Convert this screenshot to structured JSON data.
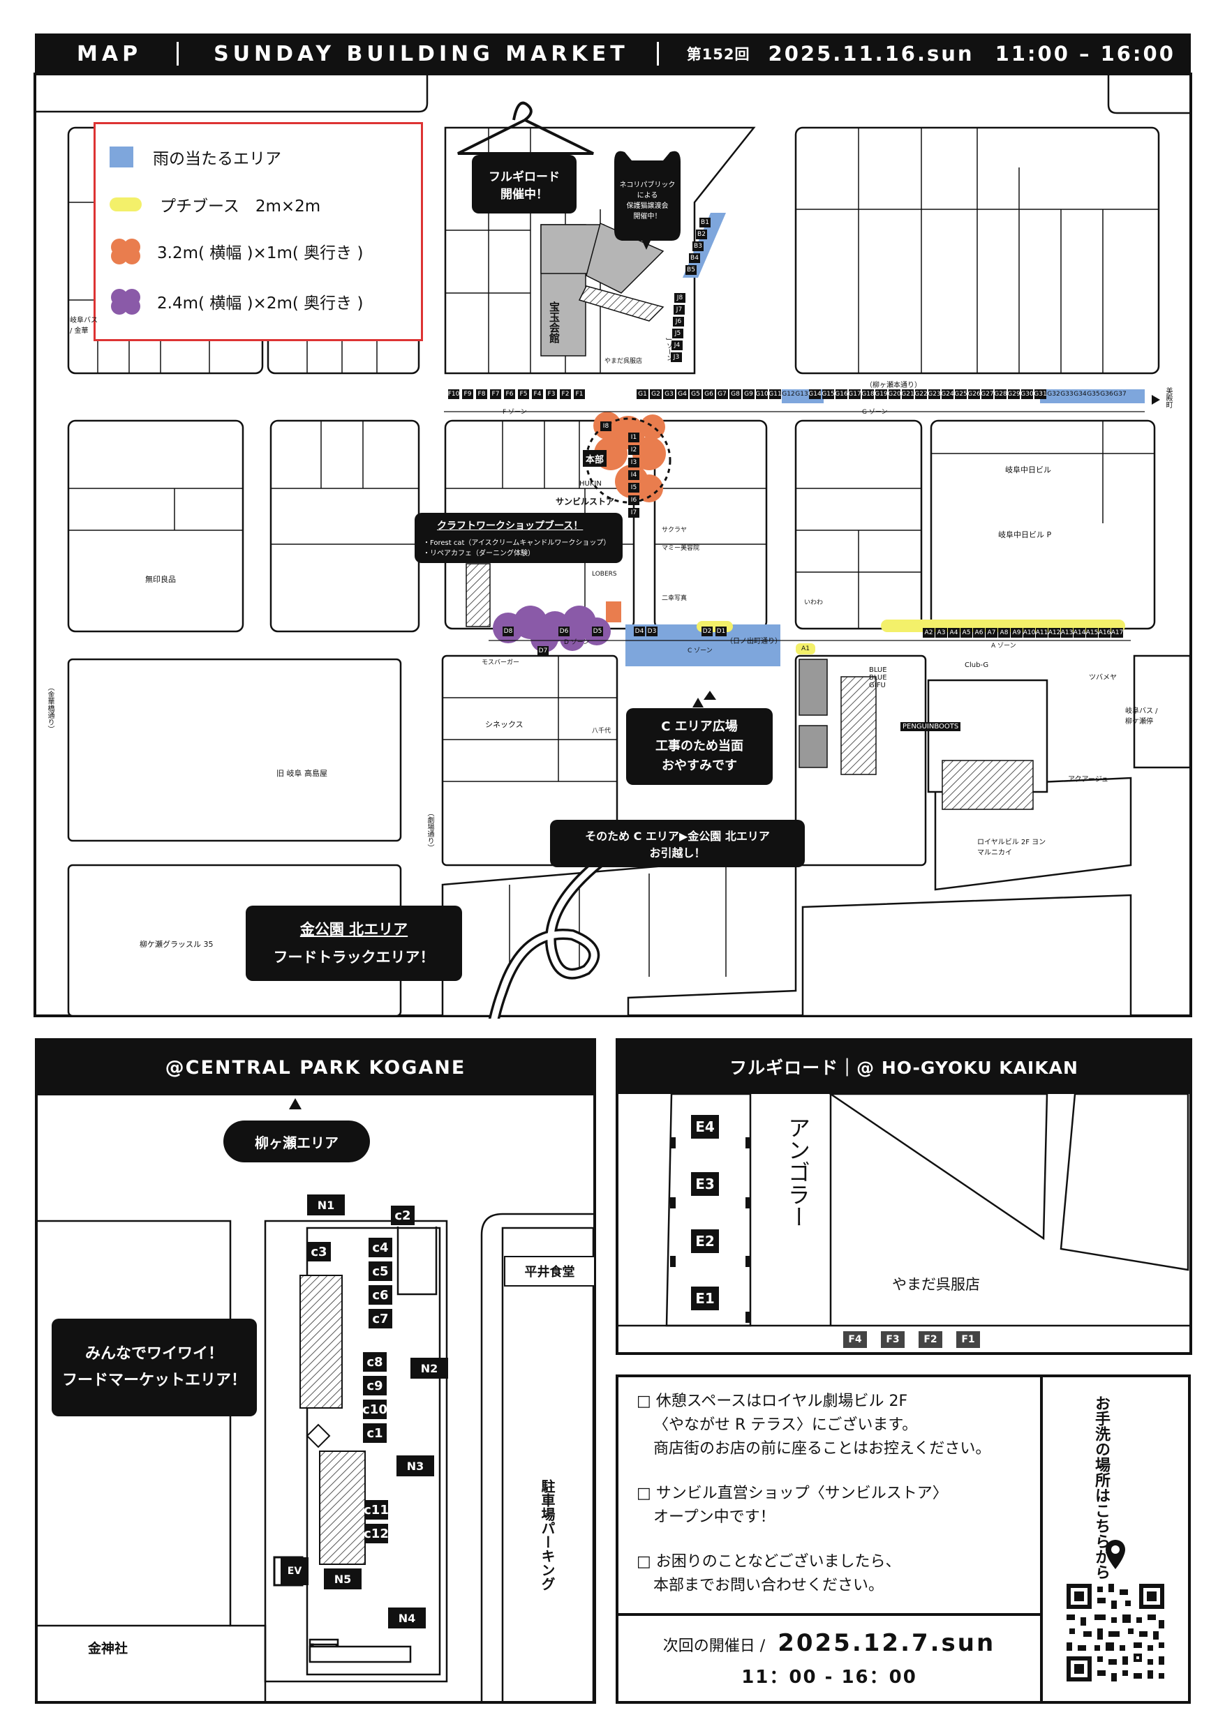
{
  "header": {
    "map": "MAP",
    "title": "SUNDAY BUILDING MARKET",
    "issue": "第152回",
    "date": "2025.11.16.sun",
    "time": "11:00 – 16:00"
  },
  "legend": {
    "rain_area": "雨の当たるエリア",
    "petit_booth": "プチブース　2m×2m",
    "orange_booth": "3.2m( 横幅 )×1m( 奥行き )",
    "purple_booth": "2.4m( 横幅 )×2m( 奥行き )",
    "colors": {
      "rain": "#7ea6dc",
      "petit": "#f3f06a",
      "orange": "#e97d4e",
      "purple": "#8a5aa8"
    }
  },
  "bubbles": {
    "furugi": [
      "フルギロード",
      "開催中！"
    ],
    "neko": [
      "ネコリパブリック",
      "による",
      "保護猫譲渡会",
      "開催中！"
    ],
    "craft_title": "クラフトワークショップブース！",
    "craft_lines": [
      "・Forest cat（アイスクリームキャンドルワークショップ）",
      "・リペアカフェ（ダーニング体験）"
    ],
    "c_area": [
      "C エリア広場",
      "工事のため当面",
      "おやすみです"
    ],
    "move": [
      "そのため C エリア▶金公園 北エリア",
      "お引越し！"
    ],
    "food_truck": [
      "金公園 北エリア",
      "フードトラックエリア！"
    ]
  },
  "map_labels": {
    "hougyoku": "宝玉会館",
    "honbu": "本部",
    "sunbil_store": "サンビルストア",
    "hukin": "HUKIN",
    "yanagase": "（柳ヶ瀬本通り）",
    "hinode": "（日ノ出町通り）",
    "kinka": "（金華橋通り）",
    "gekijo": "（劇場通り）",
    "mieshi": "美殿町",
    "gifu_chunichi": "岐阜中日ビル",
    "gifu_chunichi_p": "岐阜中日ビル P",
    "mujirushi": "無印良品",
    "takashimaya": "旧 岐阜 高島屋",
    "grassle": "柳ケ瀬グラッスル 35",
    "cinex": "シネックス",
    "royal_bldg": "ロイヤルビル 2F ヨンマルニカイ",
    "acadia": "アクアージュ",
    "gifu_bus_left": "岐阜バス / 金華",
    "gifu_bus_right": "岐阜バス / 柳ケ瀬停",
    "penguin": "PENGUINBOOTS",
    "blue": "BLUE BLUE GIFU",
    "club_g": "Club-G",
    "tsubameya": "ツバメヤ",
    "f_zone": "F ゾーン",
    "g_zone": "G ゾーン",
    "d_zone": "D ゾーン",
    "c_zone": "C ゾーン",
    "a_zone": "A ゾーン",
    "j_zone": "J ゾーン",
    "i_zone": "I ゾーン",
    "misuburger": "モスバーガー",
    "hachiyo": "八千代",
    "sakuraya": "サクラヤ",
    "mami": "マミー美容院",
    "lobers": "LOBERS",
    "nishinomiya": "二幸写真",
    "iwawa": "いわわ",
    "kaikan_tenpo": "やまだ呉服店"
  },
  "stalls": {
    "f_row": [
      "F10",
      "F9",
      "F8",
      "F7",
      "F6",
      "F5",
      "F4",
      "F3",
      "F2",
      "F1"
    ],
    "g_row": [
      "G1",
      "G2",
      "G3",
      "G4",
      "G5",
      "G6",
      "G7",
      "G8",
      "G9",
      "G10",
      "G11",
      "G12",
      "G13",
      "G14",
      "G15",
      "G16",
      "G17",
      "G18",
      "G19",
      "G20",
      "G21",
      "G22",
      "G23",
      "G24",
      "G25",
      "G26",
      "G27",
      "G28",
      "G29",
      "G30",
      "G31",
      "G32",
      "G33",
      "G34",
      "G35",
      "G36",
      "G37"
    ],
    "j_col": [
      "J8",
      "J7",
      "J6",
      "J5",
      "J4",
      "J3"
    ],
    "b_col": [
      "B1",
      "B2",
      "B3",
      "B4",
      "B5"
    ],
    "i_col": [
      "I8",
      "I1",
      "I2",
      "I3",
      "I4",
      "I5",
      "I6",
      "I7"
    ],
    "d_row": [
      "D8",
      "D7",
      "D6",
      "D5",
      "D4",
      "D3",
      "D2",
      "D1"
    ],
    "a_row": [
      "A2",
      "A3",
      "A4",
      "A5",
      "A6",
      "A7",
      "A8",
      "A9",
      "A10",
      "A11",
      "A12",
      "A13",
      "A14",
      "A15",
      "A16",
      "A17"
    ],
    "a1": "A1"
  },
  "central_park": {
    "title": "@CENTRAL PARK KOGANE",
    "yanagase_area": "柳ヶ瀬エリア",
    "food_market": [
      "みんなでワイワイ！",
      "フードマーケットエリア！"
    ],
    "hirai": "平井食堂",
    "parking": "駐車場パーキング",
    "kinjinja": "金神社",
    "ev": "EV",
    "c_stalls": [
      "c2",
      "c3",
      "c4",
      "c5",
      "c6",
      "c7",
      "c8",
      "c9",
      "c10",
      "c1",
      "c11",
      "c12"
    ],
    "trucks": [
      "N1",
      "N2",
      "N3",
      "N5",
      "N4"
    ]
  },
  "furugi_panel": {
    "title": "フルギロード｜@ HO-GYOKU KAIKAN",
    "angora": "アンゴラー",
    "yamada": "やまだ呉服店",
    "e_stalls": [
      "E4",
      "E3",
      "E2",
      "E1"
    ],
    "f_stalls": [
      "F4",
      "F3",
      "F2",
      "F1"
    ]
  },
  "info": {
    "note1": [
      "□ 休憩スペースはロイヤル劇場ビル 2F",
      "〈やながせ R テラス〉にございます。",
      "商店街のお店の前に座ることはお控えください。"
    ],
    "note2": [
      "□ サンビル直営ショップ〈サンビルストア〉",
      "オープン中です！"
    ],
    "note3": [
      "□ お困りのことなどございましたら、",
      "本部までお問い合わせください。"
    ],
    "toilet": "お手洗の場所はこちらから",
    "next_label": "次回の開催日 /",
    "next_date": "2025.12.7.sun",
    "next_time": "11：00 - 16：00"
  }
}
